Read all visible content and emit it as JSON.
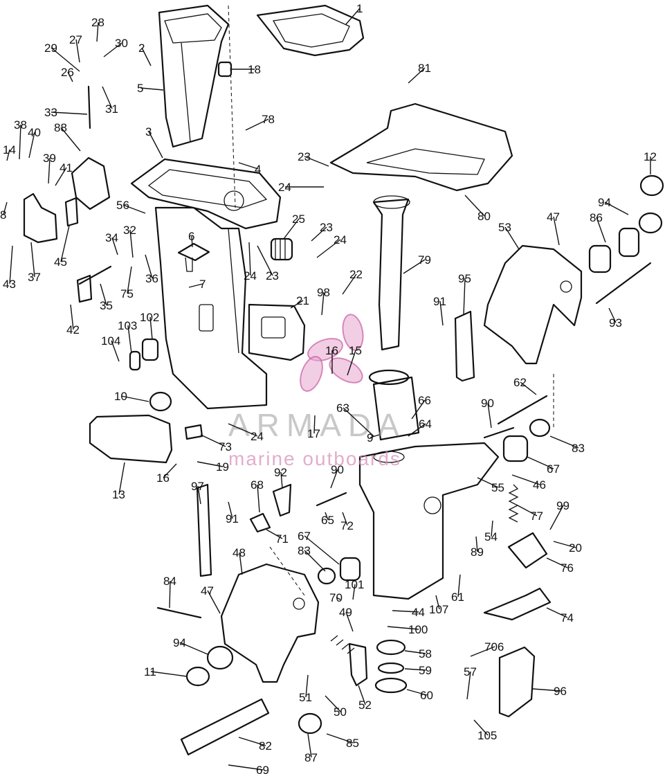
{
  "watermark": {
    "brand": "ARMADA",
    "tagline": "marine outboards",
    "brand_color": "#9a9a9a",
    "tagline_color": "#d58ab8",
    "logo_color": "#e8a6cf"
  },
  "callouts": [
    {
      "id": "1",
      "label": "1"
    },
    {
      "id": "2",
      "label": "2"
    },
    {
      "id": "3",
      "label": "3"
    },
    {
      "id": "4",
      "label": "4"
    },
    {
      "id": "5",
      "label": "5"
    },
    {
      "id": "6",
      "label": "6"
    },
    {
      "id": "7",
      "label": "7"
    },
    {
      "id": "8",
      "label": "8"
    },
    {
      "id": "9",
      "label": "9"
    },
    {
      "id": "10",
      "label": "10"
    },
    {
      "id": "11",
      "label": "11"
    },
    {
      "id": "12",
      "label": "12"
    },
    {
      "id": "13",
      "label": "13"
    },
    {
      "id": "14",
      "label": "14"
    },
    {
      "id": "15",
      "label": "15"
    },
    {
      "id": "16a",
      "label": "16"
    },
    {
      "id": "16b",
      "label": "16"
    },
    {
      "id": "17",
      "label": "17"
    },
    {
      "id": "18",
      "label": "18"
    },
    {
      "id": "19",
      "label": "19"
    },
    {
      "id": "20",
      "label": "20"
    },
    {
      "id": "21",
      "label": "21"
    },
    {
      "id": "22",
      "label": "22"
    },
    {
      "id": "23a",
      "label": "23"
    },
    {
      "id": "23b",
      "label": "23"
    },
    {
      "id": "23c",
      "label": "23"
    },
    {
      "id": "24a",
      "label": "24"
    },
    {
      "id": "24b",
      "label": "24"
    },
    {
      "id": "24c",
      "label": "24"
    },
    {
      "id": "24d",
      "label": "24"
    },
    {
      "id": "25",
      "label": "25"
    },
    {
      "id": "26",
      "label": "26"
    },
    {
      "id": "27",
      "label": "27"
    },
    {
      "id": "28",
      "label": "28"
    },
    {
      "id": "29",
      "label": "29"
    },
    {
      "id": "30",
      "label": "30"
    },
    {
      "id": "31",
      "label": "31"
    },
    {
      "id": "32",
      "label": "32"
    },
    {
      "id": "33",
      "label": "33"
    },
    {
      "id": "34",
      "label": "34"
    },
    {
      "id": "35",
      "label": "35"
    },
    {
      "id": "36",
      "label": "36"
    },
    {
      "id": "37",
      "label": "37"
    },
    {
      "id": "38",
      "label": "38"
    },
    {
      "id": "39",
      "label": "39"
    },
    {
      "id": "40",
      "label": "40"
    },
    {
      "id": "41",
      "label": "41"
    },
    {
      "id": "42",
      "label": "42"
    },
    {
      "id": "43",
      "label": "43"
    },
    {
      "id": "44",
      "label": "44"
    },
    {
      "id": "45",
      "label": "45"
    },
    {
      "id": "46",
      "label": "46"
    },
    {
      "id": "47a",
      "label": "47"
    },
    {
      "id": "47b",
      "label": "47"
    },
    {
      "id": "48",
      "label": "48"
    },
    {
      "id": "49",
      "label": "49"
    },
    {
      "id": "50",
      "label": "50"
    },
    {
      "id": "51",
      "label": "51"
    },
    {
      "id": "52",
      "label": "52"
    },
    {
      "id": "53",
      "label": "53"
    },
    {
      "id": "54",
      "label": "54"
    },
    {
      "id": "55",
      "label": "55"
    },
    {
      "id": "56",
      "label": "56"
    },
    {
      "id": "57",
      "label": "57"
    },
    {
      "id": "58",
      "label": "58"
    },
    {
      "id": "59",
      "label": "59"
    },
    {
      "id": "60",
      "label": "60"
    },
    {
      "id": "61",
      "label": "61"
    },
    {
      "id": "62",
      "label": "62"
    },
    {
      "id": "63",
      "label": "63"
    },
    {
      "id": "64",
      "label": "64"
    },
    {
      "id": "65",
      "label": "65"
    },
    {
      "id": "66",
      "label": "66"
    },
    {
      "id": "67a",
      "label": "67"
    },
    {
      "id": "67b",
      "label": "67"
    },
    {
      "id": "68",
      "label": "68"
    },
    {
      "id": "69",
      "label": "69"
    },
    {
      "id": "70",
      "label": "70"
    },
    {
      "id": "71",
      "label": "71"
    },
    {
      "id": "72",
      "label": "72"
    },
    {
      "id": "73",
      "label": "73"
    },
    {
      "id": "74",
      "label": "74"
    },
    {
      "id": "75",
      "label": "75"
    },
    {
      "id": "76",
      "label": "76"
    },
    {
      "id": "77",
      "label": "77"
    },
    {
      "id": "78",
      "label": "78"
    },
    {
      "id": "79",
      "label": "79"
    },
    {
      "id": "80",
      "label": "80"
    },
    {
      "id": "81",
      "label": "81"
    },
    {
      "id": "82",
      "label": "82"
    },
    {
      "id": "83a",
      "label": "83"
    },
    {
      "id": "83b",
      "label": "83"
    },
    {
      "id": "84",
      "label": "84"
    },
    {
      "id": "85",
      "label": "85"
    },
    {
      "id": "86",
      "label": "86"
    },
    {
      "id": "87",
      "label": "87"
    },
    {
      "id": "88",
      "label": "88"
    },
    {
      "id": "89",
      "label": "89"
    },
    {
      "id": "90a",
      "label": "90"
    },
    {
      "id": "90b",
      "label": "90"
    },
    {
      "id": "91a",
      "label": "91"
    },
    {
      "id": "91b",
      "label": "91"
    },
    {
      "id": "92",
      "label": "92"
    },
    {
      "id": "93",
      "label": "93"
    },
    {
      "id": "94a",
      "label": "94"
    },
    {
      "id": "94b",
      "label": "94"
    },
    {
      "id": "95",
      "label": "95"
    },
    {
      "id": "96",
      "label": "96"
    },
    {
      "id": "97",
      "label": "97"
    },
    {
      "id": "98",
      "label": "98"
    },
    {
      "id": "99",
      "label": "99"
    },
    {
      "id": "100",
      "label": "100"
    },
    {
      "id": "101",
      "label": "101"
    },
    {
      "id": "102",
      "label": "102"
    },
    {
      "id": "103",
      "label": "103"
    },
    {
      "id": "104",
      "label": "104"
    },
    {
      "id": "105",
      "label": "105"
    },
    {
      "id": "106",
      "label": "706"
    },
    {
      "id": "107",
      "label": "107"
    }
  ]
}
